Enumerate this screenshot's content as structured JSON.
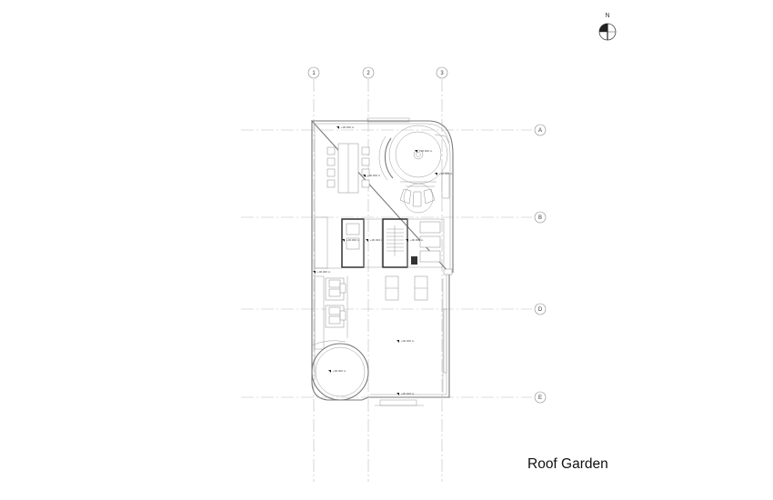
{
  "drawing": {
    "title": "Roof Garden",
    "north_label": "N",
    "grid_columns": [
      "1",
      "2",
      "3"
    ],
    "grid_rows": [
      "A",
      "B",
      "D",
      "E"
    ],
    "level_tags": [
      {
        "id": "tag-top",
        "text": "+00.000 m"
      },
      {
        "id": "tag-dining",
        "text": "+00.000 m"
      },
      {
        "id": "tag-round",
        "text": "+00.000 m"
      },
      {
        "id": "tag-right",
        "text": "+00.000 m"
      },
      {
        "id": "tag-left-core",
        "text": "+00.000 m"
      },
      {
        "id": "tag-core",
        "text": "+00.000 m"
      },
      {
        "id": "tag-right-core",
        "text": "+00.000 m"
      },
      {
        "id": "tag-left",
        "text": "+00.000 m"
      },
      {
        "id": "tag-lawn",
        "text": "+00.000 m"
      },
      {
        "id": "tag-circle",
        "text": "+00.000 m"
      },
      {
        "id": "tag-bottom",
        "text": "+00.000 m"
      }
    ]
  }
}
